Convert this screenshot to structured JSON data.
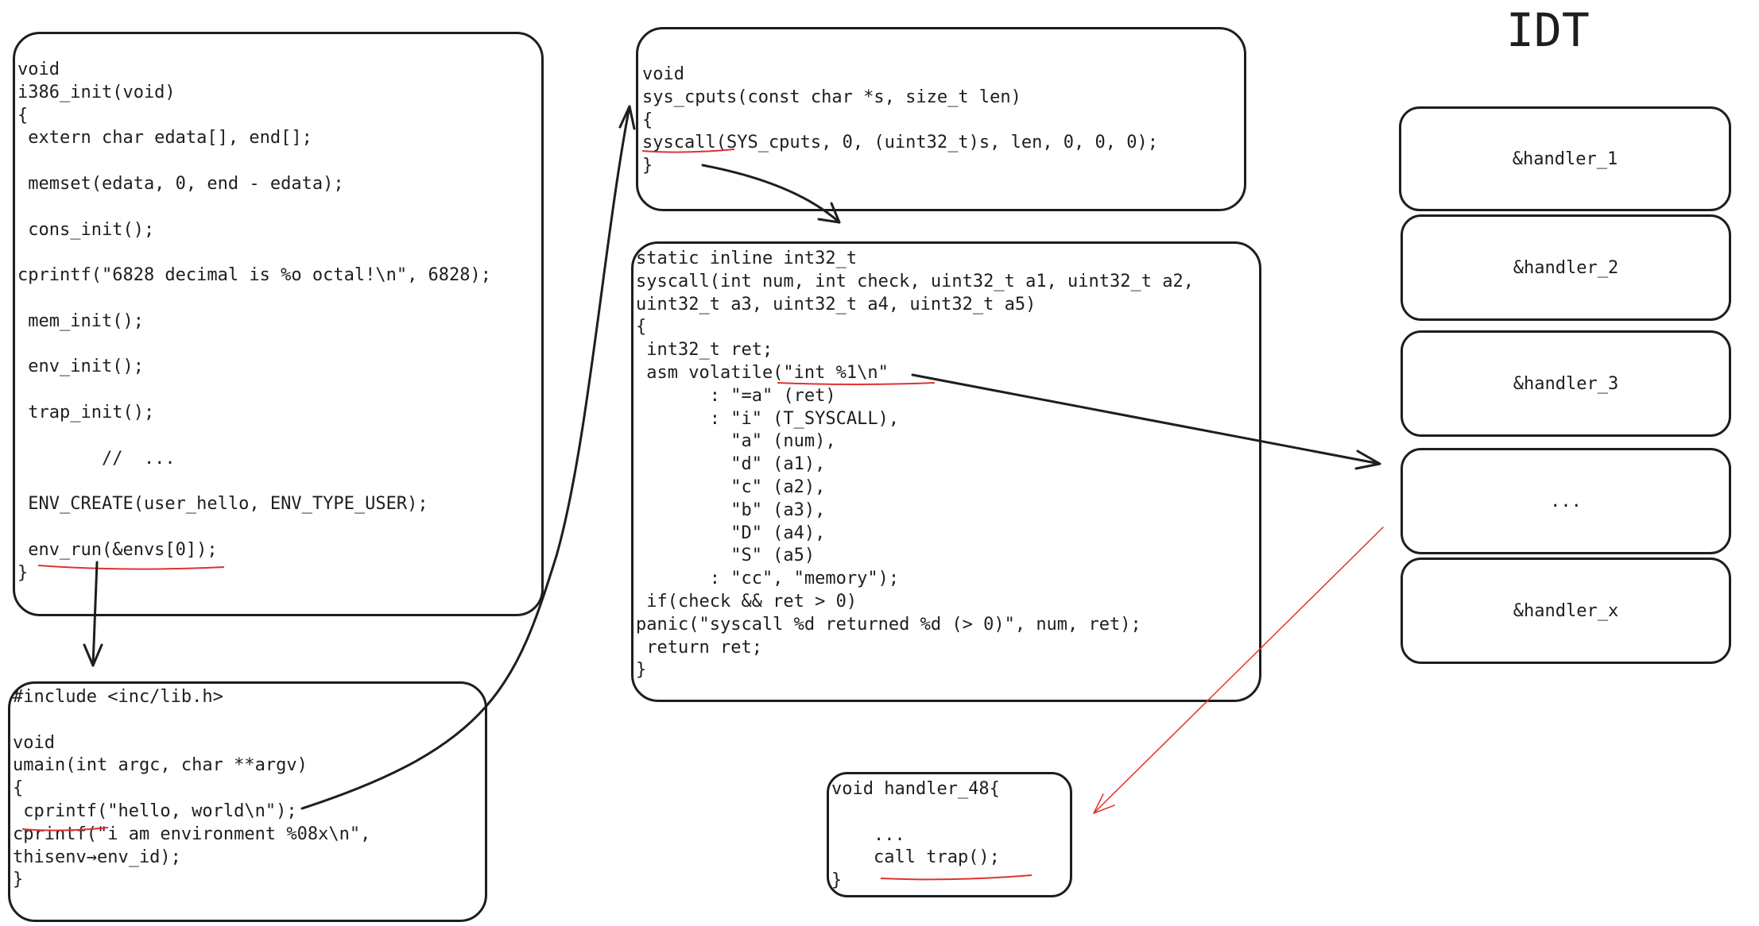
{
  "code_blocks": {
    "i386_init": "void\ni386_init(void)\n{\n extern char edata[], end[];\n\n memset(edata, 0, end - edata);\n\n cons_init();\n\ncprintf(\"6828 decimal is %o octal!\\n\", 6828);\n\n mem_init();\n\n env_init();\n\n trap_init();\n\n        //  ...\n\n ENV_CREATE(user_hello, ENV_TYPE_USER);\n\n env_run(&envs[0]);\n}",
    "umain": "#include <inc/lib.h>\n\nvoid\numain(int argc, char **argv)\n{\n cprintf(\"hello, world\\n\");\ncprintf(\"i am environment %08x\\n\",\nthisenv→env_id);\n}",
    "sys_cputs": "void\nsys_cputs(const char *s, size_t len)\n{\nsyscall(SYS_cputs, 0, (uint32_t)s, len, 0, 0, 0);\n}",
    "syscall": "static inline int32_t\nsyscall(int num, int check, uint32_t a1, uint32_t a2,\nuint32_t a3, uint32_t a4, uint32_t a5)\n{\n int32_t ret;\n asm volatile(\"int %1\\n\"\n       : \"=a\" (ret)\n       : \"i\" (T_SYSCALL),\n         \"a\" (num),\n         \"d\" (a1),\n         \"c\" (a2),\n         \"b\" (a3),\n         \"D\" (a4),\n         \"S\" (a5)\n       : \"cc\", \"memory\");\n if(check && ret > 0)\npanic(\"syscall %d returned %d (> 0)\", num, ret);\n return ret;\n}",
    "handler_48": "void handler_48{\n\n    ...\n    call trap();\n}"
  },
  "idt": {
    "title": "IDT",
    "entries": [
      "&handler_1",
      "&handler_2",
      "&handler_3",
      "...",
      "&handler_x"
    ]
  },
  "colors": {
    "stroke": "#1e1e1e",
    "highlight": "#e03131"
  }
}
